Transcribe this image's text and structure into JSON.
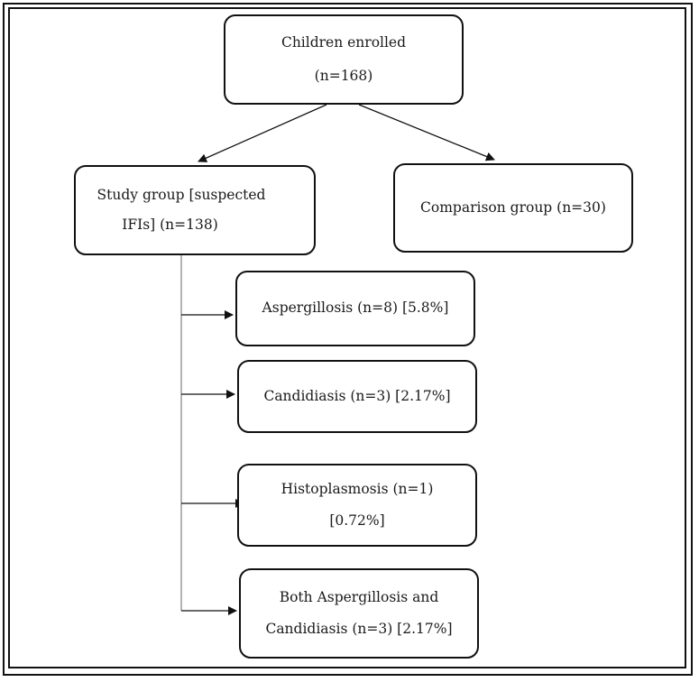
{
  "nodes": {
    "root": {
      "line1": "Children enrolled",
      "line2": "(n=168)"
    },
    "study": {
      "line1": "Study group [suspected",
      "line2": "IFIs] (n=138)"
    },
    "comparison": {
      "line1": "Comparison group (n=30)"
    },
    "aspergillosis": {
      "line1": "Aspergillosis (n=8) [5.8%]"
    },
    "candidiasis": {
      "line1": "Candidiasis (n=3) [2.17%]"
    },
    "histoplasmosis": {
      "line1": "Histoplasmosis (n=1)",
      "line2": "[0.72%]"
    },
    "both": {
      "line1": "Both Aspergillosis and",
      "line2": "Candidiasis (n=3) [2.17%]"
    }
  },
  "colors": {
    "stroke": "#111111",
    "trunk": "#8a8a8a",
    "background": "#ffffff"
  }
}
